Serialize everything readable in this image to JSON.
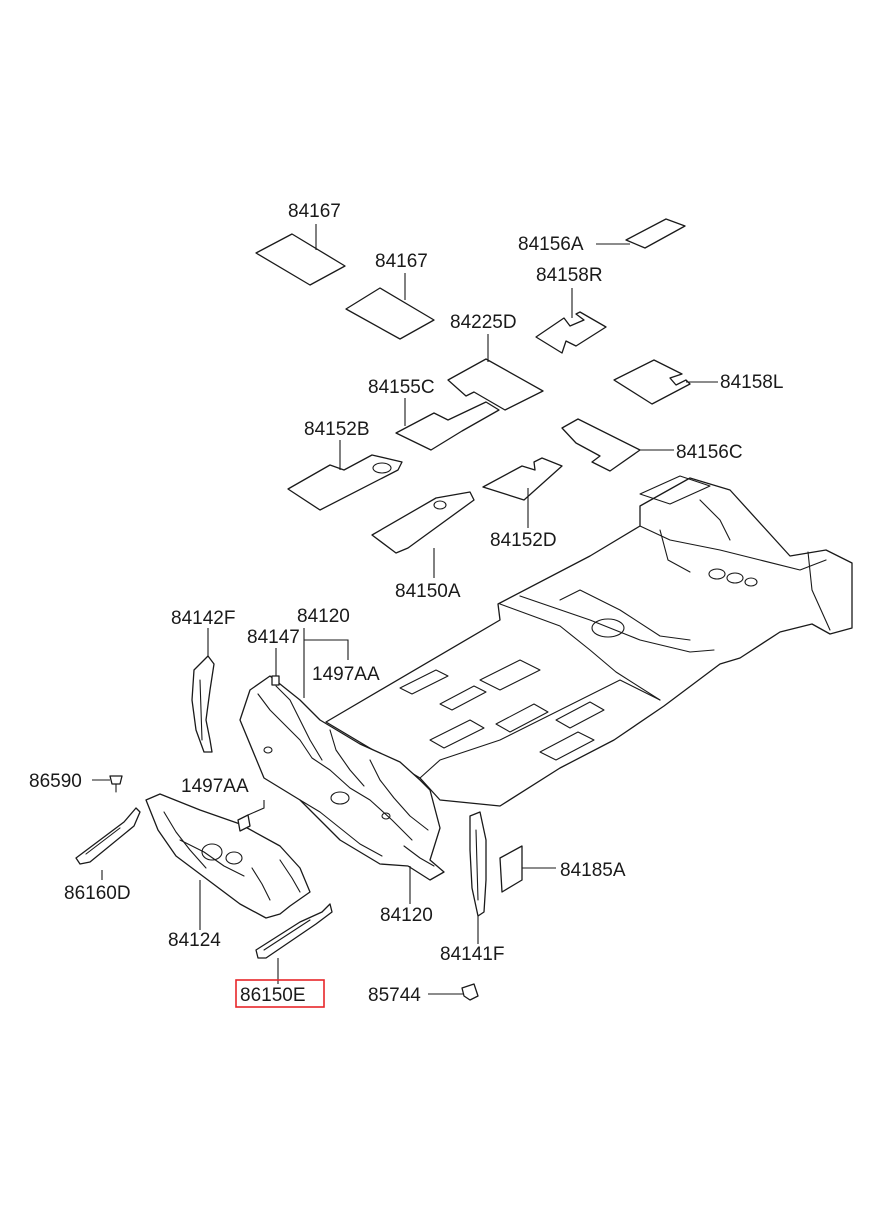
{
  "labels": {
    "l84167a": "84167",
    "l84167b": "84167",
    "l84156a": "84156A",
    "l84158r": "84158R",
    "l84225d": "84225D",
    "l84158l": "84158L",
    "l84155c": "84155C",
    "l84152b": "84152B",
    "l84156c": "84156C",
    "l84152d": "84152D",
    "l84150a": "84150A",
    "l84142f": "84142F",
    "l84120a": "84120",
    "l84147": "84147",
    "l1497aa_a": "1497AA",
    "l1497aa_b": "1497AA",
    "l86590": "86590",
    "l86160d": "86160D",
    "l84124": "84124",
    "l84120b": "84120",
    "l84185a": "84185A",
    "l84141f": "84141F",
    "l86150e": "86150E",
    "l85744": "85744"
  },
  "highlight": {
    "part": "86150E",
    "color": "#e8262a"
  },
  "colors": {
    "line": "#1a1a1a",
    "background": "#ffffff"
  }
}
